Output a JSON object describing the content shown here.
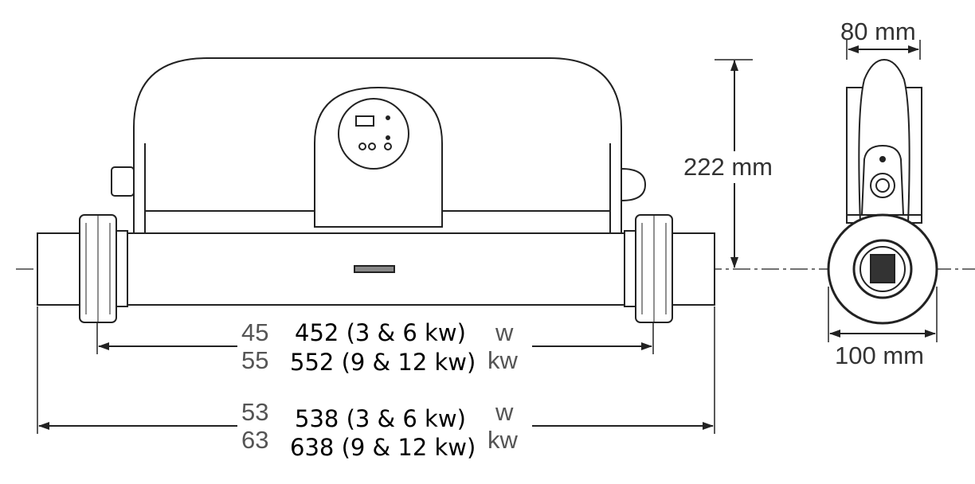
{
  "diagram": {
    "height_label": "222 mm",
    "side_width_top_label": "80 mm",
    "side_width_bottom_label": "100 mm",
    "inner_length": {
      "line1": "452 (3 & 6 kw)",
      "line2": "552 (9 & 12 kw)",
      "ghost_left1": "45",
      "ghost_left2": "55",
      "ghost_right1": "w",
      "ghost_right2": "kw"
    },
    "outer_length": {
      "line1": "538 (3 & 6 kw)",
      "line2": "638 (9 & 12 kw)",
      "ghost_left1": "53",
      "ghost_left2": "63",
      "ghost_right1": "w",
      "ghost_right2": "kw"
    }
  }
}
